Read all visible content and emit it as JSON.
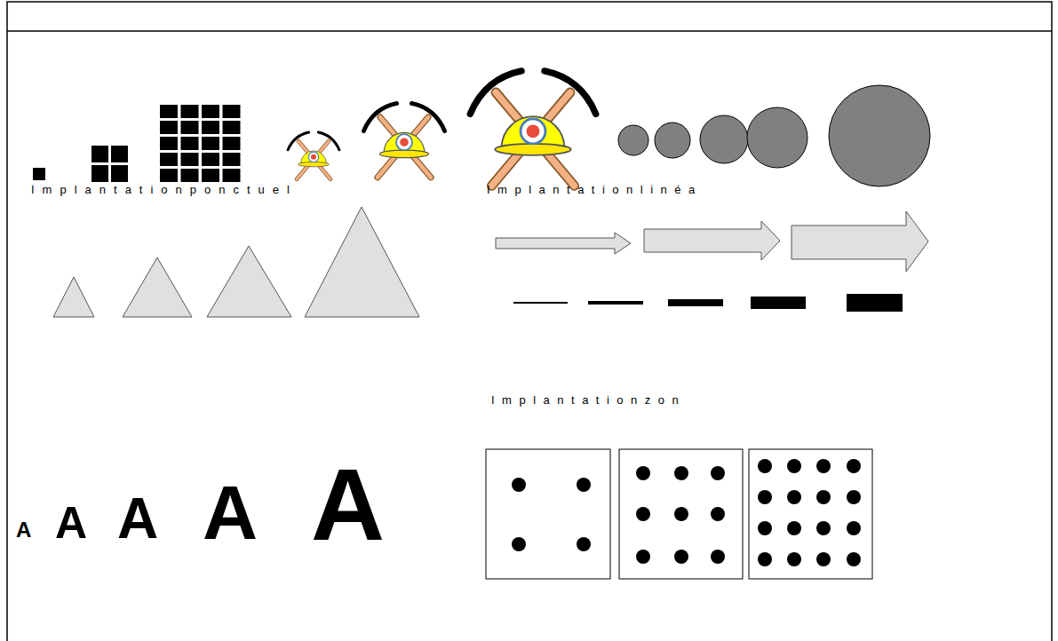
{
  "diagram": {
    "labels": [
      "Implantationponctuel",
      "Implantationlinéa",
      "Implantationzon",
      "A",
      "A",
      "A",
      "A",
      "A"
    ]
  }
}
